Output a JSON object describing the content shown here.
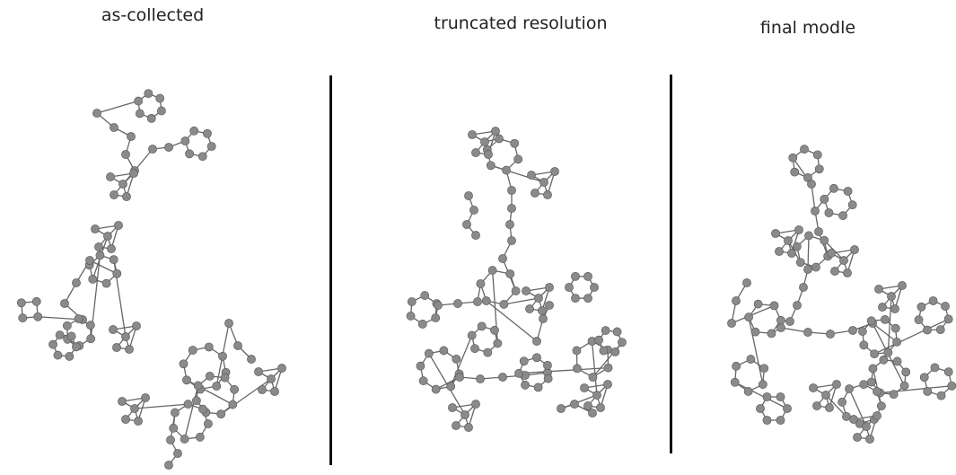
{
  "panels": [
    {
      "title": "as-collected"
    },
    {
      "title": "truncated resolution"
    },
    {
      "title": "final modle"
    }
  ],
  "atom_color": "#8a8a8a",
  "bond_color": "#666666",
  "divider_color": "#111111"
}
